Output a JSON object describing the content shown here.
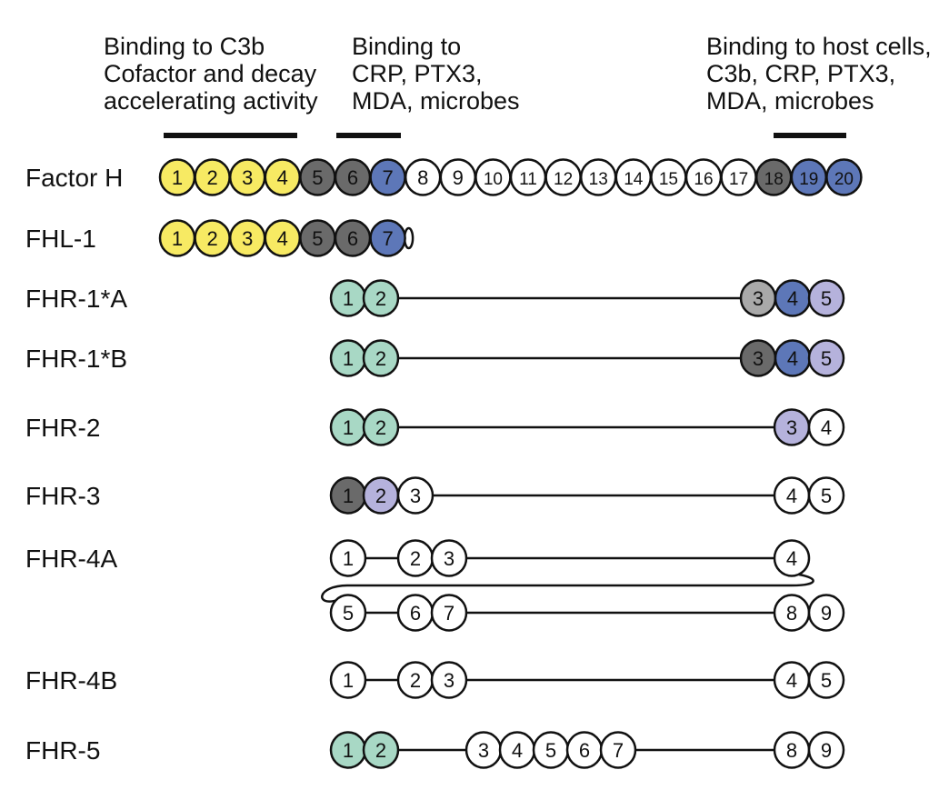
{
  "palette": {
    "yellow": "#f7ea63",
    "dark_gray": "#6a6a6a",
    "light_gray": "#a9a9a9",
    "blue": "#5d77b8",
    "lavender": "#b5b2dc",
    "mint": "#a8d8c5",
    "white": "#ffffff"
  },
  "headers": [
    {
      "lines": [
        "Binding to C3b",
        "Cofactor and decay",
        "accelerating activity"
      ]
    },
    {
      "lines": [
        "Binding to",
        "CRP, PTX3,",
        "MDA, microbes"
      ]
    },
    {
      "lines": [
        "Binding to host cells,",
        "C3b, CRP, PTX3,",
        "MDA, microbes"
      ]
    }
  ],
  "proteins": [
    {
      "name": "Factor H",
      "domains": [
        {
          "n": "1",
          "c": "yellow"
        },
        {
          "n": "2",
          "c": "yellow"
        },
        {
          "n": "3",
          "c": "yellow"
        },
        {
          "n": "4",
          "c": "yellow"
        },
        {
          "n": "5",
          "c": "dark_gray"
        },
        {
          "n": "6",
          "c": "dark_gray"
        },
        {
          "n": "7",
          "c": "blue"
        },
        {
          "n": "8",
          "c": "white"
        },
        {
          "n": "9",
          "c": "white"
        },
        {
          "n": "10",
          "c": "white"
        },
        {
          "n": "11",
          "c": "white"
        },
        {
          "n": "12",
          "c": "white"
        },
        {
          "n": "13",
          "c": "white"
        },
        {
          "n": "14",
          "c": "white"
        },
        {
          "n": "15",
          "c": "white"
        },
        {
          "n": "16",
          "c": "white"
        },
        {
          "n": "17",
          "c": "white"
        },
        {
          "n": "18",
          "c": "dark_gray"
        },
        {
          "n": "19",
          "c": "blue"
        },
        {
          "n": "20",
          "c": "blue"
        }
      ]
    },
    {
      "name": "FHL-1",
      "domains": [
        {
          "n": "1",
          "c": "yellow"
        },
        {
          "n": "2",
          "c": "yellow"
        },
        {
          "n": "3",
          "c": "yellow"
        },
        {
          "n": "4",
          "c": "yellow"
        },
        {
          "n": "5",
          "c": "dark_gray"
        },
        {
          "n": "6",
          "c": "dark_gray"
        },
        {
          "n": "7",
          "c": "blue"
        }
      ]
    },
    {
      "name": "FHR-1*A",
      "domains": [
        {
          "n": "1",
          "c": "mint"
        },
        {
          "n": "2",
          "c": "mint"
        },
        {
          "n": "3",
          "c": "light_gray"
        },
        {
          "n": "4",
          "c": "blue"
        },
        {
          "n": "5",
          "c": "lavender"
        }
      ]
    },
    {
      "name": "FHR-1*B",
      "domains": [
        {
          "n": "1",
          "c": "mint"
        },
        {
          "n": "2",
          "c": "mint"
        },
        {
          "n": "3",
          "c": "dark_gray"
        },
        {
          "n": "4",
          "c": "blue"
        },
        {
          "n": "5",
          "c": "lavender"
        }
      ]
    },
    {
      "name": "FHR-2",
      "domains": [
        {
          "n": "1",
          "c": "mint"
        },
        {
          "n": "2",
          "c": "mint"
        },
        {
          "n": "3",
          "c": "lavender"
        },
        {
          "n": "4",
          "c": "white"
        }
      ]
    },
    {
      "name": "FHR-3",
      "domains": [
        {
          "n": "1",
          "c": "dark_gray"
        },
        {
          "n": "2",
          "c": "lavender"
        },
        {
          "n": "3",
          "c": "white"
        },
        {
          "n": "4",
          "c": "white"
        },
        {
          "n": "5",
          "c": "white"
        }
      ]
    },
    {
      "name": "FHR-4A",
      "domains": [
        {
          "n": "1",
          "c": "white"
        },
        {
          "n": "2",
          "c": "white"
        },
        {
          "n": "3",
          "c": "white"
        },
        {
          "n": "4",
          "c": "white"
        },
        {
          "n": "5",
          "c": "white"
        },
        {
          "n": "6",
          "c": "white"
        },
        {
          "n": "7",
          "c": "white"
        },
        {
          "n": "8",
          "c": "white"
        },
        {
          "n": "9",
          "c": "white"
        }
      ]
    },
    {
      "name": "FHR-4B",
      "domains": [
        {
          "n": "1",
          "c": "white"
        },
        {
          "n": "2",
          "c": "white"
        },
        {
          "n": "3",
          "c": "white"
        },
        {
          "n": "4",
          "c": "white"
        },
        {
          "n": "5",
          "c": "white"
        }
      ]
    },
    {
      "name": "FHR-5",
      "domains": [
        {
          "n": "1",
          "c": "mint"
        },
        {
          "n": "2",
          "c": "mint"
        },
        {
          "n": "3",
          "c": "white"
        },
        {
          "n": "4",
          "c": "white"
        },
        {
          "n": "5",
          "c": "white"
        },
        {
          "n": "6",
          "c": "white"
        },
        {
          "n": "7",
          "c": "white"
        },
        {
          "n": "8",
          "c": "white"
        },
        {
          "n": "9",
          "c": "white"
        }
      ]
    }
  ]
}
